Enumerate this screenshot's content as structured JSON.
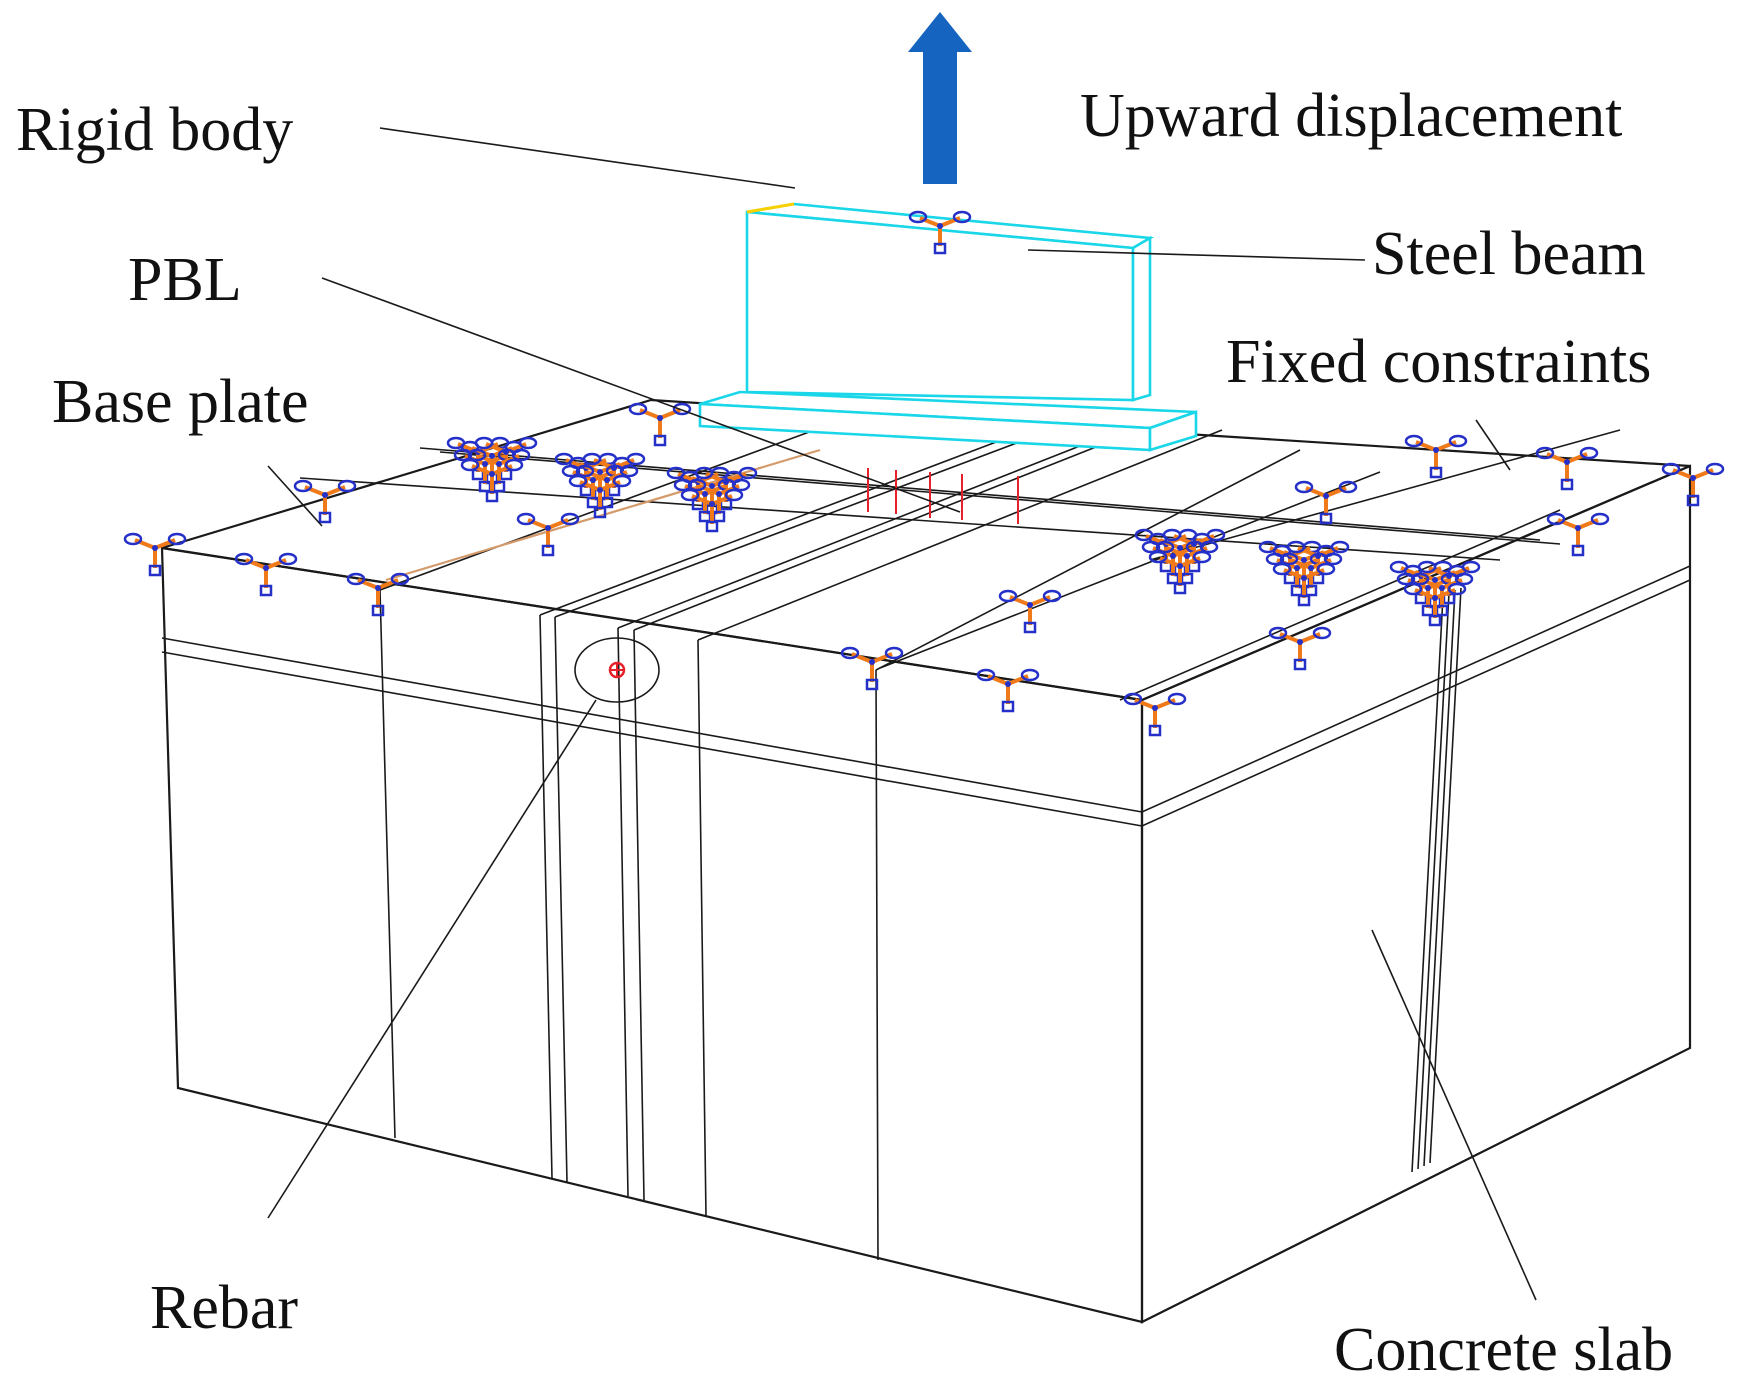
{
  "labels": {
    "rigid_body": "Rigid body",
    "upward_displacement": "Upward displacement",
    "steel_beam": "Steel beam",
    "pbl": "PBL",
    "fixed_constraints": "Fixed constraints",
    "base_plate": "Base plate",
    "rebar": "Rebar",
    "concrete_slab": "Concrete slab"
  },
  "colors": {
    "arrow": "#1565c0",
    "steel_beam_outline": "#19d6e8",
    "pbl": "#e8202a",
    "constraint_orange": "#f07a1a",
    "constraint_blue": "#2530c8",
    "rebar_line": "#d49a6a",
    "edges": "#1a1a1a"
  },
  "icons": {
    "constraint": "fixed-constraint-triad-icon",
    "arrow": "upward-arrow-icon"
  }
}
